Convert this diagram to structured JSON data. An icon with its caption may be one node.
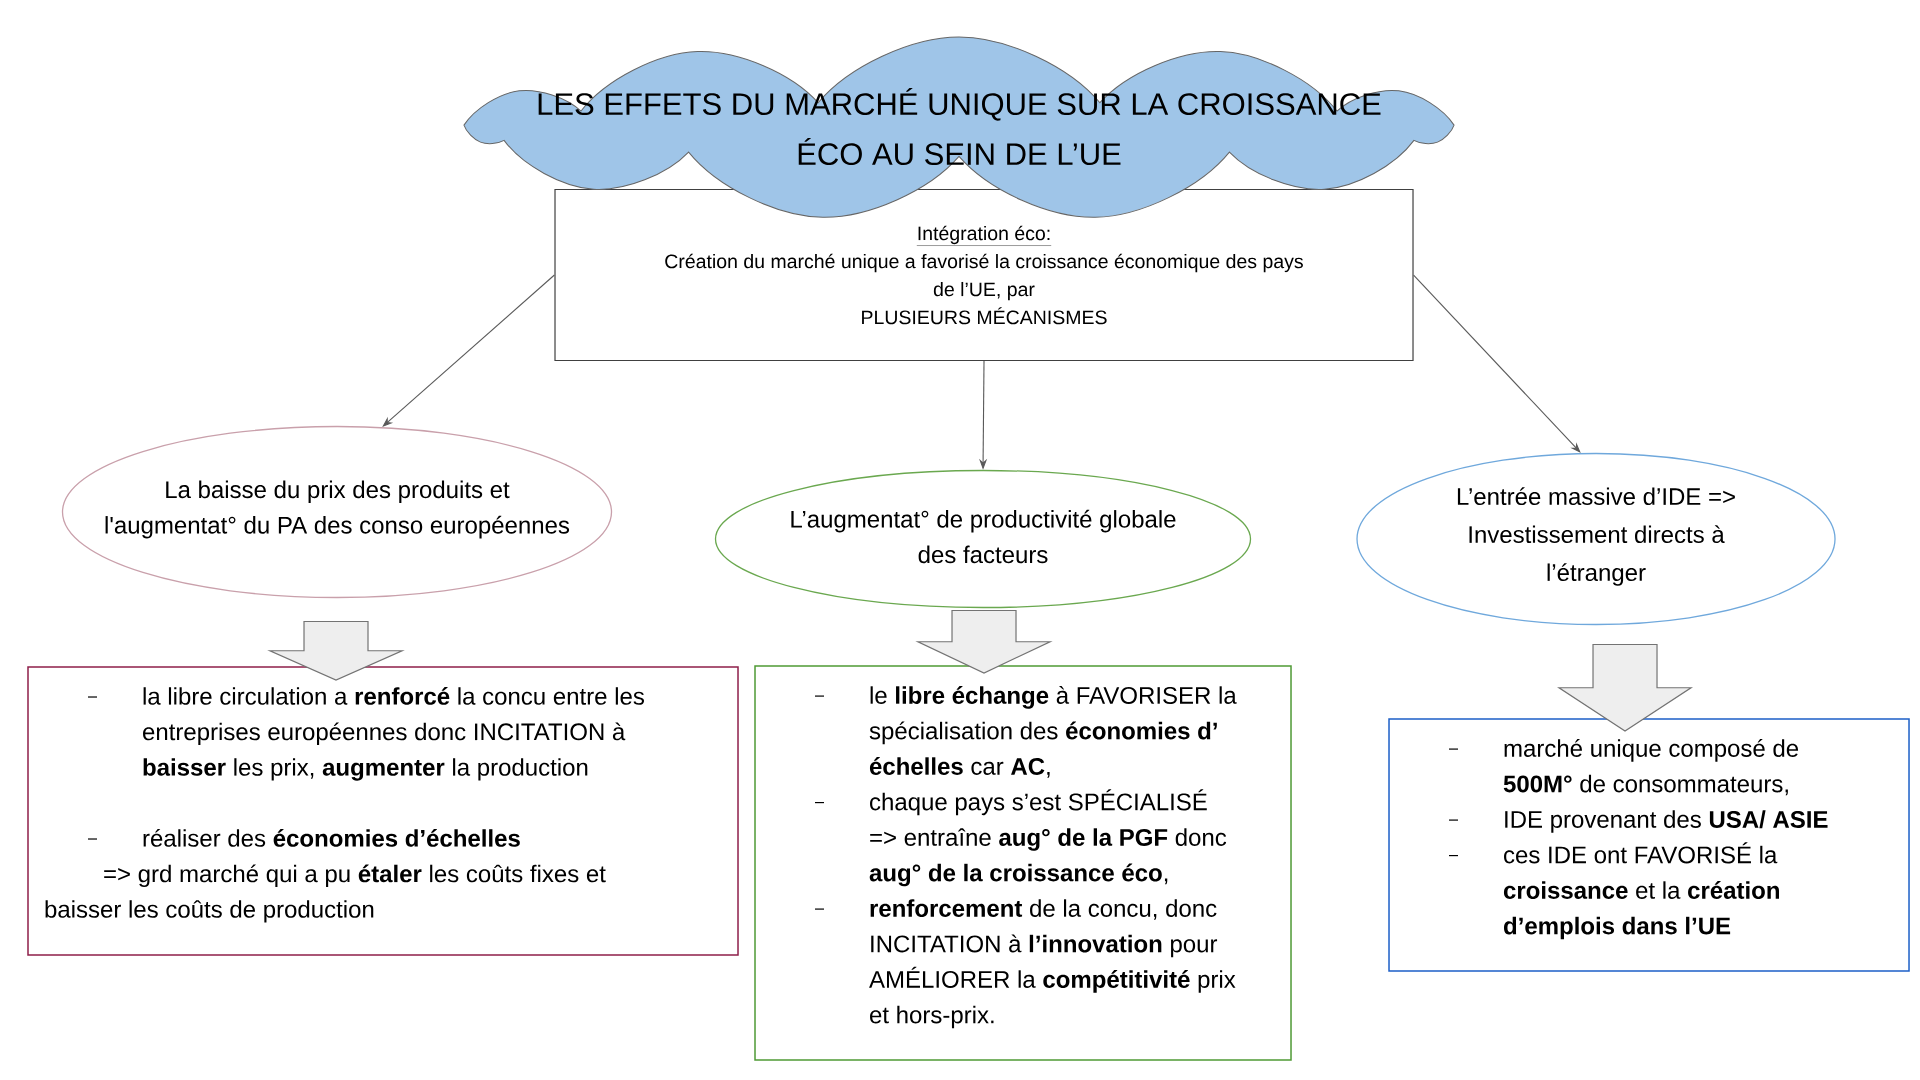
{
  "diagram": {
    "nodes": [
      {
        "text": [
          "LES EFFETS DU MARCHÉ UNIQUE SUR LA CROISSANCE ÉCO AU SEIN DE L’UE"
        ]
      },
      {
        "text": [
          "Intégration éco:",
          "Création du marché unique a favorisé la croissance économique des pays de l’UE, par",
          "PLUSIEURS MÉCANISMES"
        ]
      },
      {
        "text": [
          "La baisse du prix des produits et l'augmentat° du PA des conso européennes"
        ]
      },
      {
        "text": [
          "L’augmentat° de productivité globale des facteurs"
        ]
      },
      {
        "text": [
          "L’entrée massive d’IDE => Investissement directs à l’étranger"
        ]
      },
      {
        "text": [
          "la libre circulation a **renforcé** la concu entre les entreprises européennes donc INCITATION à **baisser** les prix, **augmenter** la production",
          "réaliser des **économies d’échelles**",
          "=> grd marché qui a pu **étaler** les coûts fixes et baisser les coûts de production"
        ]
      },
      {
        "text": [
          "le **libre échange** à FAVORISER la spécialisation des **économies d’ échelles** car **AC**,",
          "chaque pays s’est SPÉCIALISÉ => entraîne **aug° de la PGF** donc **aug° de la croissance éco**,",
          "**renforcement** de la concu, donc INCITATION à **l’innovation** pour AMÉLIORER la **compétitivité** prix et hors-prix."
        ]
      },
      {
        "text": [
          "marché unique composé de **500M°** de consommateurs,",
          "IDE provenant des **USA/ ASIE**",
          "ces IDE ont FAVORISÉ la **croissance** et la **création d’emplois dans l’UE**"
        ]
      }
    ],
    "edges": [
      {
        "from": 1,
        "to": 2,
        "arrow": "to"
      },
      {
        "from": 1,
        "to": 3,
        "arrow": "to"
      },
      {
        "from": 1,
        "to": 4,
        "arrow": "to"
      },
      {
        "from": 2,
        "to": 5,
        "arrow": "to",
        "style": "thick"
      },
      {
        "from": 3,
        "to": 6,
        "arrow": "to",
        "style": "thick"
      },
      {
        "from": 4,
        "to": 7,
        "arrow": "to",
        "style": "thick"
      }
    ]
  }
}
